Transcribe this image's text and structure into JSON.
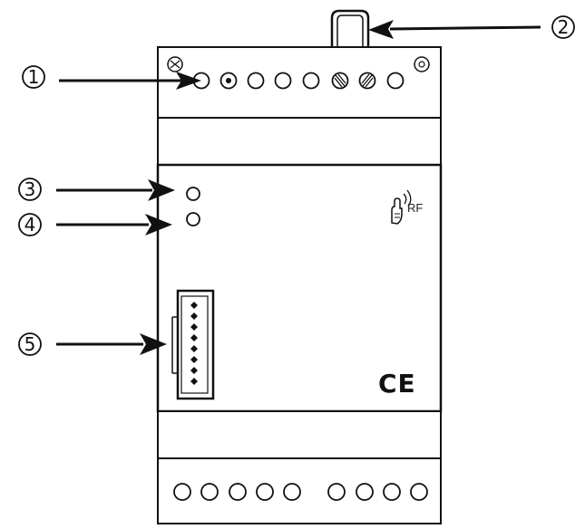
{
  "callouts": [
    {
      "id": "1",
      "label": "①"
    },
    {
      "id": "2",
      "label": "②"
    },
    {
      "id": "3",
      "label": "③"
    },
    {
      "id": "4",
      "label": "④"
    },
    {
      "id": "5",
      "label": "⑤"
    }
  ],
  "device": {
    "rf_label": "RF",
    "ce_mark": "CE"
  }
}
